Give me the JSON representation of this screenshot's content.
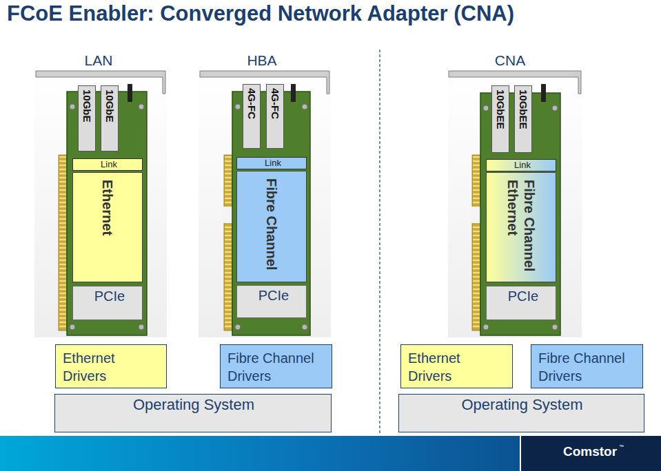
{
  "diagram": {
    "title": "FCoE Enabler: Converged Network Adapter (CNA)",
    "nodes": [
      {
        "text": [
          "10GbE"
        ]
      },
      {
        "text": [
          "10GbE"
        ]
      },
      {
        "text": [
          "Link"
        ]
      },
      {
        "text": [
          "Ethernet"
        ]
      },
      {
        "text": [
          "PCIe"
        ]
      },
      {
        "text": [
          "4G-FC"
        ]
      },
      {
        "text": [
          "4G-FC"
        ]
      },
      {
        "text": [
          "Link"
        ]
      },
      {
        "text": [
          "Fibre Channel"
        ]
      },
      {
        "text": [
          "PCIe"
        ]
      },
      {
        "text": [
          "10GbEE"
        ]
      },
      {
        "text": [
          "10GbEE"
        ]
      },
      {
        "text": [
          "Link"
        ]
      },
      {
        "text": [
          "Fibre Channel Ethernet"
        ]
      },
      {
        "text": [
          "PCIe"
        ]
      },
      {
        "text": [
          "Ethernet Drivers"
        ]
      },
      {
        "text": [
          "Fibre Channel Drivers"
        ]
      },
      {
        "text": [
          "Operating System"
        ]
      },
      {
        "text": [
          "Ethernet Drivers"
        ]
      },
      {
        "text": [
          "Fibre Channel Drivers"
        ]
      },
      {
        "text": [
          "Operating System"
        ]
      }
    ],
    "labels": [
      "LAN",
      "HBA",
      "CNA",
      "Comstor",
      "™"
    ]
  }
}
